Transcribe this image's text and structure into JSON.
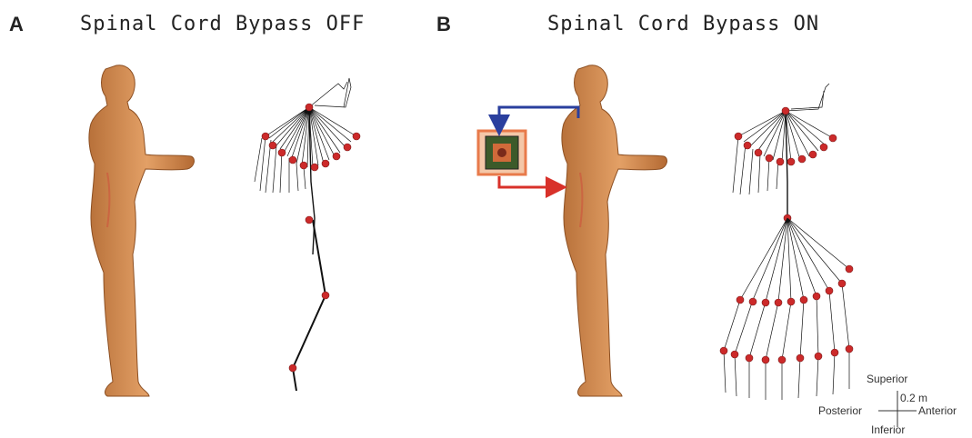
{
  "panel_a": {
    "letter": "A",
    "title": "Spinal Cord Bypass OFF"
  },
  "panel_b": {
    "letter": "B",
    "title": "Spinal Cord Bypass ON"
  },
  "axes": {
    "superior": "Superior",
    "inferior": "Inferior",
    "posterior": "Posterior",
    "anterior": "Anterior",
    "scale": "0.2 m"
  },
  "colors": {
    "skin": "#d0894a",
    "skin_shadow": "#a05d2a",
    "marker": "#cc2a2a",
    "trace": "#111111",
    "blue_arrow": "#2a3f9e",
    "red_arrow": "#d8312a",
    "device_border": "#e87a4a",
    "device_chip": "#3c5a2a"
  }
}
